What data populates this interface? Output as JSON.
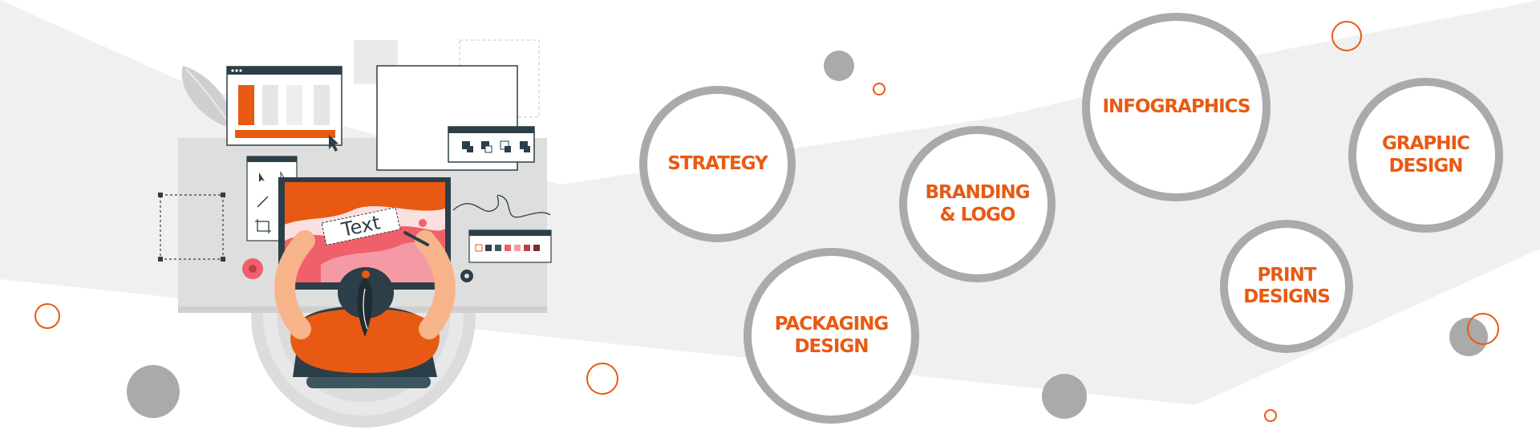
{
  "colors": {
    "accent": "#e85a13",
    "ring": "#aaaaaa",
    "band": "#f1f0f1",
    "dark": "#2c3e47"
  },
  "illustration": {
    "text_tool_label": "Text"
  },
  "services": [
    {
      "label": "STRATEGY"
    },
    {
      "label": "PACKAGING\nDESIGN"
    },
    {
      "label": "BRANDING\n& LOGO"
    },
    {
      "label": "INFOGRAPHICS"
    },
    {
      "label": "PRINT\nDESIGNS"
    },
    {
      "label": "GRAPHIC\nDESIGN"
    }
  ]
}
